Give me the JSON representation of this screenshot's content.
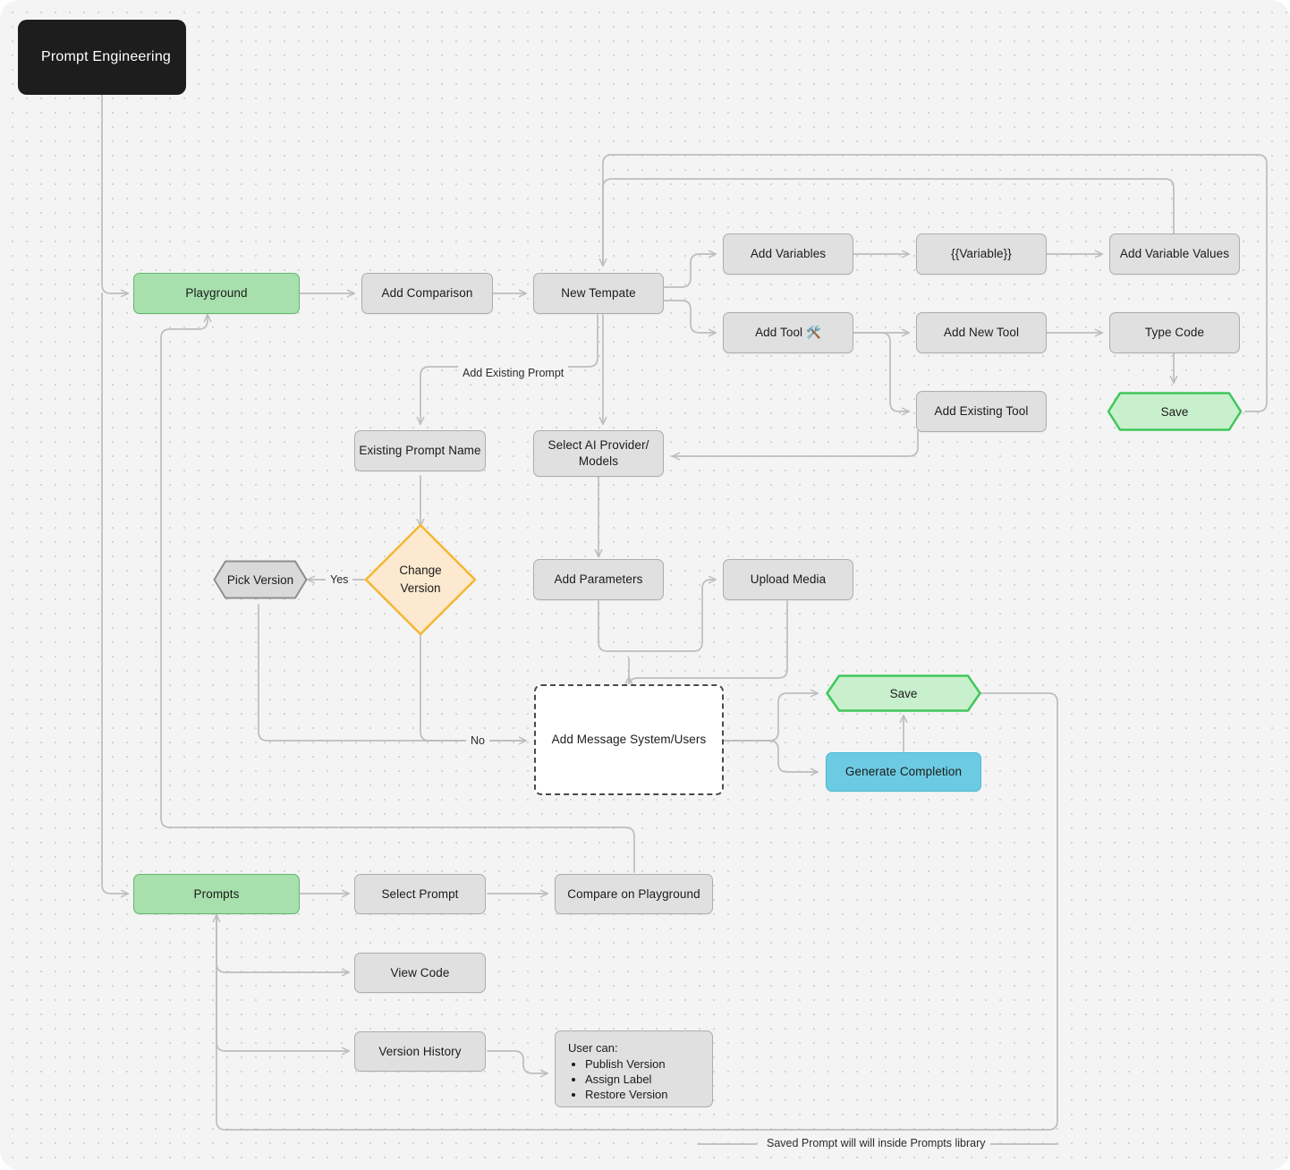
{
  "diagram": {
    "title": "Prompt Engineering",
    "footer_note": "Saved Prompt will will inside Prompts library"
  },
  "colors": {
    "canvas_bg": "#f4f4f4",
    "node_fill": "#e0e0e0",
    "node_border": "#adadad",
    "green_fill": "#a7e0ad",
    "green_border": "#5fb86d",
    "save_fill": "#c8f0cd",
    "save_border": "#3fc75a",
    "cyan_fill": "#6ccbe2",
    "cyan_border": "#4eb9d3",
    "diamond_fill": "#fce9cf",
    "diamond_border": "#f5b731",
    "edge": "#bdbdbd",
    "title_bg": "#1d1d1d",
    "title_text": "#ffffff"
  },
  "nodes": {
    "playground": "Playground",
    "add_comparison": "Add Comparison",
    "new_template": "New Tempate",
    "add_variables": "Add Variables",
    "variable_token": "{{Variable}}",
    "add_variable_values": "Add Variable Values",
    "add_tool": "Add Tool 🛠️",
    "add_new_tool": "Add New Tool",
    "type_code": "Type Code",
    "add_existing_tool": "Add Existing Tool",
    "save_tool": "Save",
    "existing_prompt_name": "Existing Prompt Name",
    "select_ai_provider_line1": "Select AI Provider/",
    "select_ai_provider_line2": "Models",
    "pick_version": "Pick Version",
    "change_version_line1": "Change",
    "change_version_line2": "Version",
    "add_parameters": "Add Parameters",
    "upload_media": "Upload Media",
    "add_message": "Add Message System/Users",
    "save_main": "Save",
    "generate_completion": "Generate Completion",
    "prompts": "Prompts",
    "select_prompt": "Select Prompt",
    "compare_on_playground": "Compare on Playground",
    "view_code": "View Code",
    "version_history": "Version History"
  },
  "note": {
    "title": "User can:",
    "items": [
      "Publish Version",
      "Assign Label",
      "Restore Version"
    ]
  },
  "edge_labels": {
    "add_existing_prompt": "Add Existing Prompt",
    "yes": "Yes",
    "no": "No"
  }
}
